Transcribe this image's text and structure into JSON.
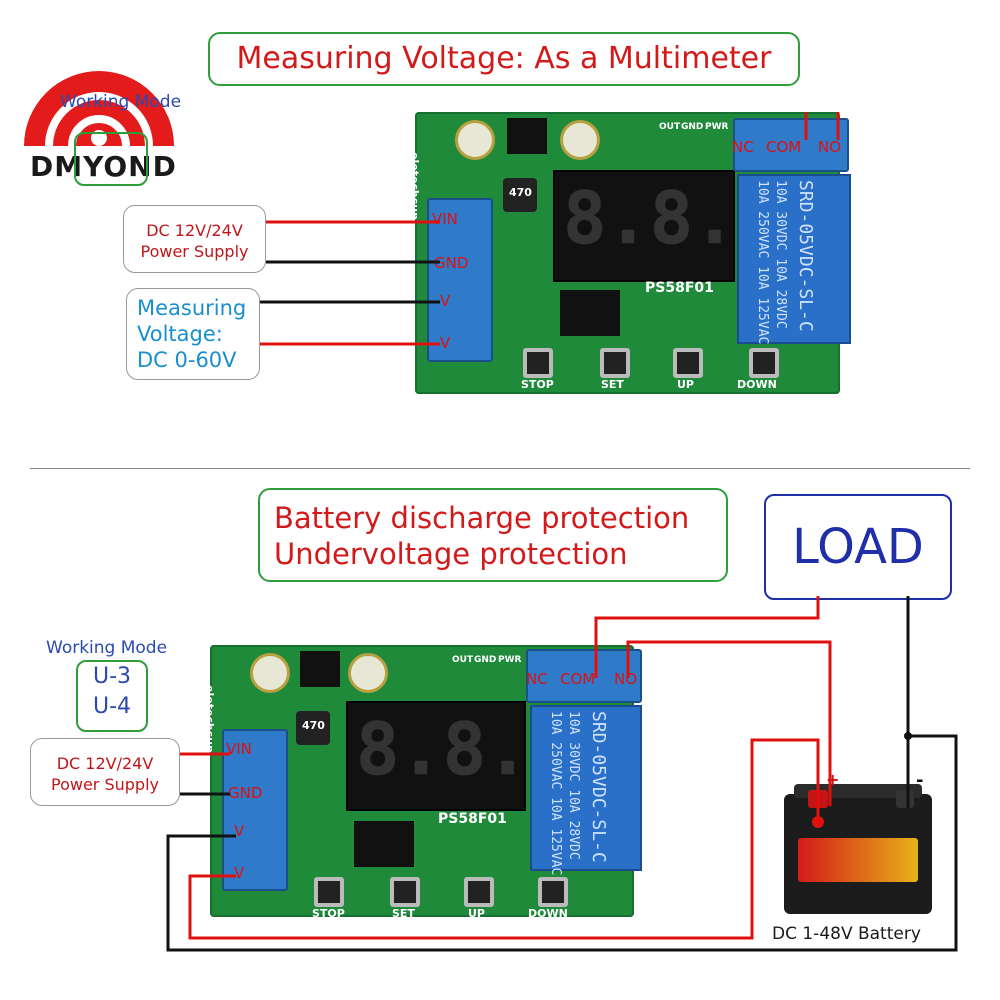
{
  "logo": {
    "brand": "DMYOND",
    "icon": "dmyond-wifi-logo-icon"
  },
  "top": {
    "title": "Measuring Voltage: As a Multimeter",
    "working_mode_label": "Working Mode",
    "power_supply": {
      "line1": "DC 12V/24V",
      "line2": "Power Supply"
    },
    "measuring": {
      "line1": "Measuring",
      "line2": "Voltage:",
      "line3": "DC 0-60V"
    }
  },
  "bottom": {
    "title_line1": "Battery discharge protection",
    "title_line2": "Undervoltage protection",
    "load": "LOAD",
    "working_mode": {
      "label": "Working Mode",
      "mode1": "U-3",
      "mode2": "U-4"
    },
    "power_supply": {
      "line1": "DC 12V/24V",
      "line2": "Power Supply"
    },
    "battery_label": "DC 1-48V Battery",
    "plus": "+",
    "minus": "-"
  },
  "board": {
    "model": "PS58F01",
    "brand": "eletechsup",
    "display": "8.8.8.",
    "relay_line1": "10A 250VAC  10A 125VAC",
    "relay_line2": "10A 30VDC   10A 28VDC",
    "relay_line3": "SRD-05VDC-SL-C",
    "pins": {
      "vin": "VIN",
      "gnd": "GND",
      "vplus": "V",
      "vminus": "V",
      "nc": "NC",
      "com": "COM",
      "no": "NO"
    },
    "buttons": [
      "STOP",
      "SET",
      "UP",
      "DOWN"
    ],
    "top_labels": {
      "out": "OUT",
      "gnd": "GND",
      "pwr": "PWR",
      "inductor": "470"
    }
  },
  "colors": {
    "title_border": "#2e9e3a",
    "title_text": "#d21a1a",
    "load": "#1f2fa8",
    "wire_red": "#e01010",
    "wire_black": "#111111",
    "pcb": "#1e8a3a"
  }
}
